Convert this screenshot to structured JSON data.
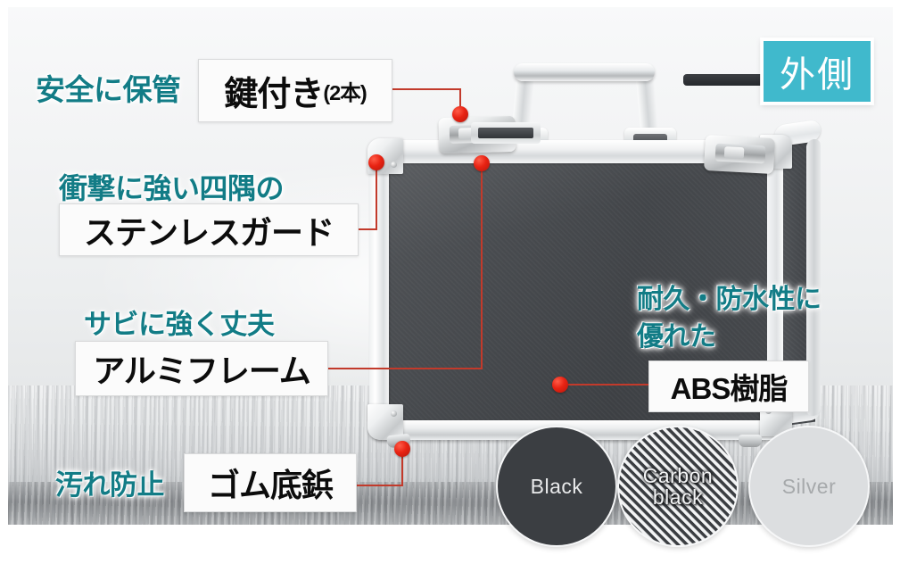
{
  "badge": {
    "label": "外側"
  },
  "callouts": [
    {
      "id": "lock",
      "lead": "安全に保管",
      "chip": "鍵付き",
      "chip_sub": "(2本)"
    },
    {
      "id": "guard",
      "lead": "衝撃に強い四隅の",
      "chip": "ステンレスガード"
    },
    {
      "id": "frame",
      "lead": "サビに強く丈夫",
      "chip": "アルミフレーム"
    },
    {
      "id": "foot",
      "lead": "汚れ防止",
      "chip": "ゴム底鋲"
    },
    {
      "id": "abs",
      "lead_line1": "耐久・防水性に",
      "lead_line2": "優れた",
      "chip": "ABS樹脂"
    }
  ],
  "swatches": [
    {
      "id": "black",
      "label": "Black"
    },
    {
      "id": "carbon",
      "label_line1": "Carbon",
      "label_line2": "black"
    },
    {
      "id": "silver",
      "label": "Silver"
    }
  ],
  "colors": {
    "teal_text": "#127c86",
    "badge_bg": "#40b9cc",
    "connector_red": "#c23a2b",
    "dot_red": "#e82313",
    "chip_bg": "#fbfbfb",
    "chip_text": "#0c0c0c"
  }
}
